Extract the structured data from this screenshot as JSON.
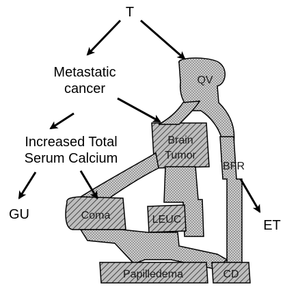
{
  "nodes": {
    "t": "T",
    "metastatic_cancer": [
      "Metastatic",
      "cancer"
    ],
    "increased_total_serum_calcium": [
      "Increased Total",
      "Serum Calcium"
    ],
    "gu": "GU",
    "et": "ET",
    "qv": "QV",
    "brain_tumor": [
      "Brain",
      "Tumor"
    ],
    "bfr": "BFR",
    "coma": "Coma",
    "leuc": "LEUC",
    "papilledema": "Papilledema",
    "cd": "CD"
  },
  "colors": {
    "ink": "#000000",
    "hatch_fill": "#bfbfbf",
    "background": "#ffffff"
  }
}
